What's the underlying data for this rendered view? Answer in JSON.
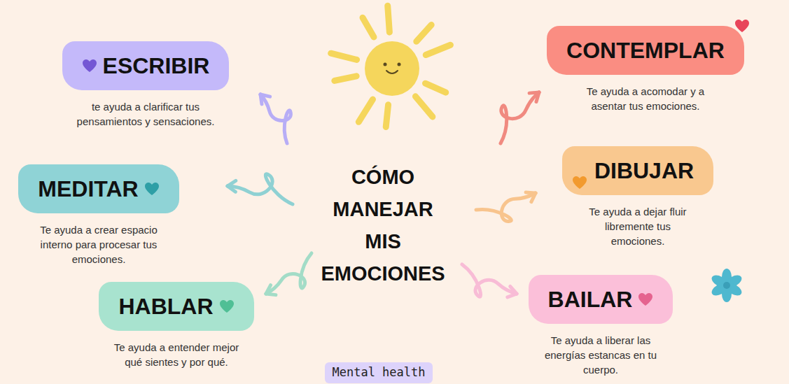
{
  "diagram": {
    "title": "CÓMO MANEJAR MIS EMOCIONES",
    "nodes": [
      {
        "text": [
          "ESCRIBIR",
          "te ayuda a clarificar tus pensamientos y sensaciones."
        ]
      },
      {
        "text": [
          "CONTEMPLAR",
          "Te ayuda a acomodar y a asentar tus emociones."
        ]
      },
      {
        "text": [
          "MEDITAR",
          "Te ayuda a crear espacio interno para procesar tus emociones."
        ]
      },
      {
        "text": [
          "DIBUJAR",
          "Te ayuda a dejar fluir libremente tus emociones."
        ]
      },
      {
        "text": [
          "HABLAR",
          "Te ayuda a entender mejor qué sientes y por qué."
        ]
      },
      {
        "text": [
          "BAILAR",
          "Te ayuda a liberar las energías estancas en tu cuerpo."
        ]
      },
      {
        "text": [
          "Mental health"
        ]
      }
    ]
  }
}
